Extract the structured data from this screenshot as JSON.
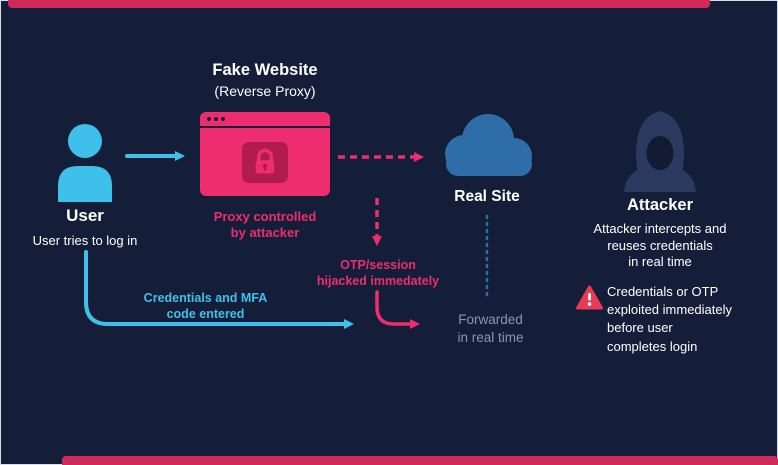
{
  "colors": {
    "background": "#141e38",
    "accent_pink": "#ee2d6e",
    "lock_badge": "#b01c4e",
    "bar": "#d02a5a",
    "cyan": "#3fc0ea",
    "cloud_blue": "#2e6da8",
    "muted_text": "#8d96ab",
    "attacker_body": "#2b3a5e",
    "attacker_shadow": "#121b33",
    "warning": "#e93a55",
    "text": "#ffffff"
  },
  "nodes": {
    "user": {
      "label": "User",
      "caption": "User tries to log in",
      "icon": "person-icon"
    },
    "fake_website": {
      "title": "Fake Website",
      "subtitle": "(Reverse Proxy)",
      "caption": "Proxy controlled\nby attacker",
      "icon": "lock-icon"
    },
    "real_site": {
      "label": "Real Site",
      "icon": "cloud-icon"
    },
    "attacker": {
      "label": "Attacker",
      "caption": "Attacker intercepts and\nreuses credentials\nin real time",
      "warning": "Credentials or OTP\nexploited immediately\nbefore user\ncompletes login",
      "icon": "hooded-attacker-icon",
      "warning_icon": "warning-triangle-icon"
    }
  },
  "flow_labels": {
    "otp_hijack": "OTP/session\nhijacked immedately",
    "credentials": "Credentials and MFA\ncode entered",
    "forwarded": "Forwarded\nin real time"
  }
}
